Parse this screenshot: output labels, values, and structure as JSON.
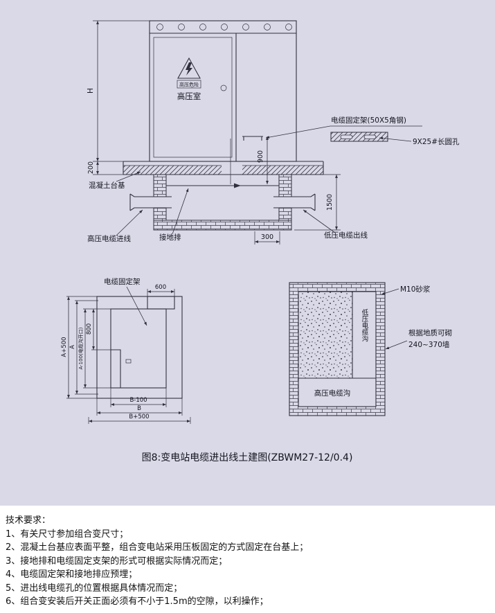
{
  "drawing": {
    "caption": "图8:变电站电缆进出线土建图(ZBWM27-12/0.4)",
    "elev": {
      "room": "高压室",
      "danger": "高压危险",
      "H": "H",
      "d200": "200",
      "d900": "900",
      "d1500": "1500",
      "d300": "300",
      "bracket": "电缆固定架(50X5角钢)",
      "hole": "9X25#长圆孔",
      "base": "混凝土台基",
      "hvin": "高压电缆进线",
      "gbar": "接地排",
      "lvout": "低压电缆出线"
    },
    "planl": {
      "bracket": "电缆固定架",
      "d600": "600",
      "a500": "A+500",
      "a": "A",
      "a100": "A-100(电缆沟开口)",
      "d800": "800",
      "b100": "B-100",
      "b": "B",
      "b500": "B+500"
    },
    "planr": {
      "mortar": "M10砂浆",
      "lv": "低压电缆沟",
      "hv": "高压电缆沟",
      "wall1": "根据地质可砌",
      "wall2": "240~370墙"
    }
  },
  "notes": {
    "title": "技术要求：",
    "items": [
      "1、有关尺寸参加组合变尺寸；",
      "2、混凝土台基应表面平整，组合变电站采用压板固定的方式固定在台基上；",
      "3、接地排和电缆固定支架的形式可根据实际情况而定；",
      "4、电缆固定架和接地排应预埋；",
      "5、进出线电缆孔的位置根据具体情况而定；",
      "6、组合变安装后开关正面必须有不小于1.5m的空隙，以利操作；"
    ]
  },
  "colors": {
    "background": "#d9d9e7",
    "line": "#30303f"
  }
}
